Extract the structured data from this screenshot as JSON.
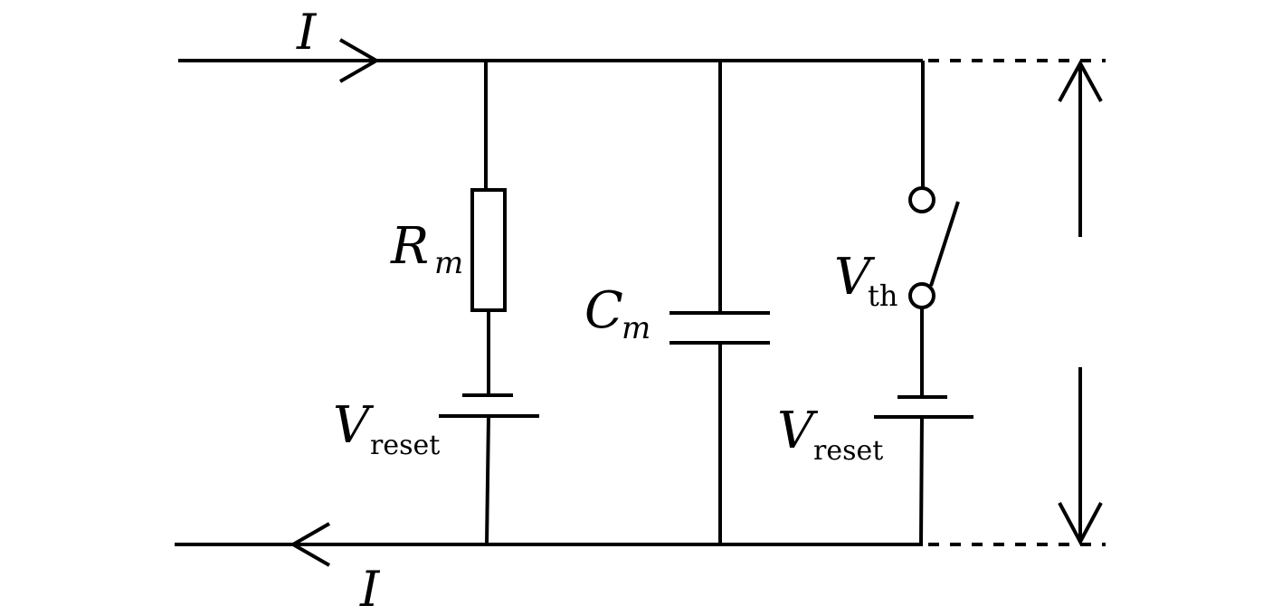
{
  "diagram": {
    "current_in": {
      "symbol": "I"
    },
    "current_out": {
      "symbol": "I"
    },
    "resistor": {
      "symbol": "R",
      "subscript": "m"
    },
    "capacitor": {
      "symbol": "C",
      "subscript": "m"
    },
    "switch": {
      "symbol": "V",
      "subscript": "th"
    },
    "battery_left": {
      "symbol": "V",
      "subscript": "reset"
    },
    "battery_right": {
      "symbol": "V",
      "subscript": "reset"
    }
  }
}
